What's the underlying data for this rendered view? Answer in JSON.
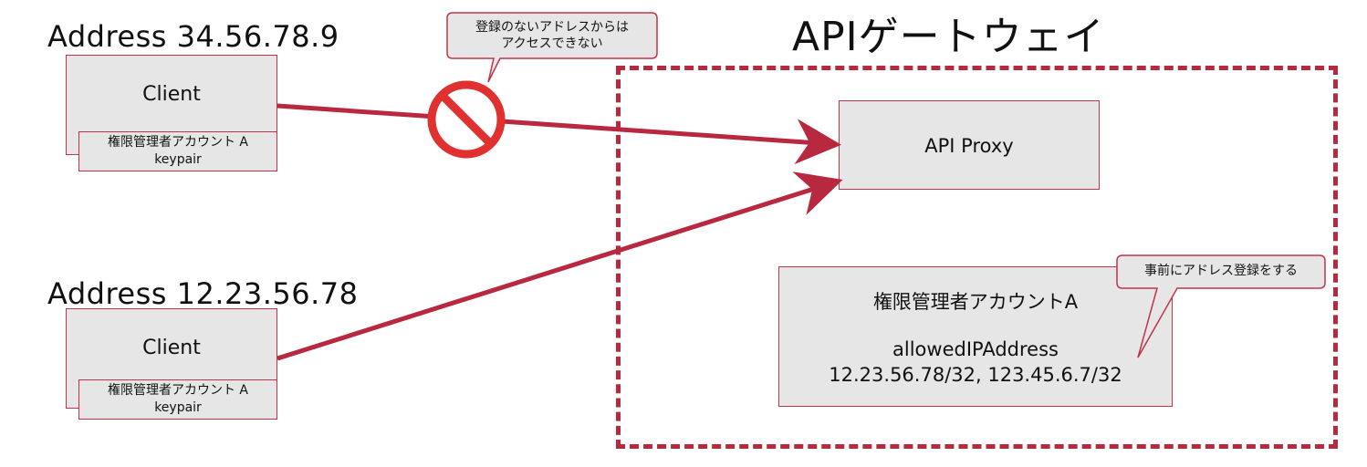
{
  "clients": [
    {
      "address_label": "Address 34.56.78.9",
      "client_label": "Client",
      "key_line1": "権限管理者アカウント A",
      "key_line2": "keypair"
    },
    {
      "address_label": "Address 12.23.56.78",
      "client_label": "Client",
      "key_line1": "権限管理者アカウント A",
      "key_line2": "keypair"
    }
  ],
  "blocked_callout": {
    "line1": "登録のないアドレスからは",
    "line2": "アクセスできない"
  },
  "gateway": {
    "title": "APIゲートウェイ",
    "proxy_label": "API Proxy",
    "account": {
      "title": "権限管理者アカウントA",
      "field_label": "allowedIPAddress",
      "field_value": "12.23.56.78/32, 123.45.6.7/32"
    },
    "register_callout": "事前にアドレス登録をする"
  },
  "colors": {
    "accent": "#b8283f",
    "box_fill": "#e6e6e6",
    "box_border": "#c0334a",
    "prohibited": "#e0302f"
  },
  "icons": {
    "blocked": "prohibited-icon"
  }
}
